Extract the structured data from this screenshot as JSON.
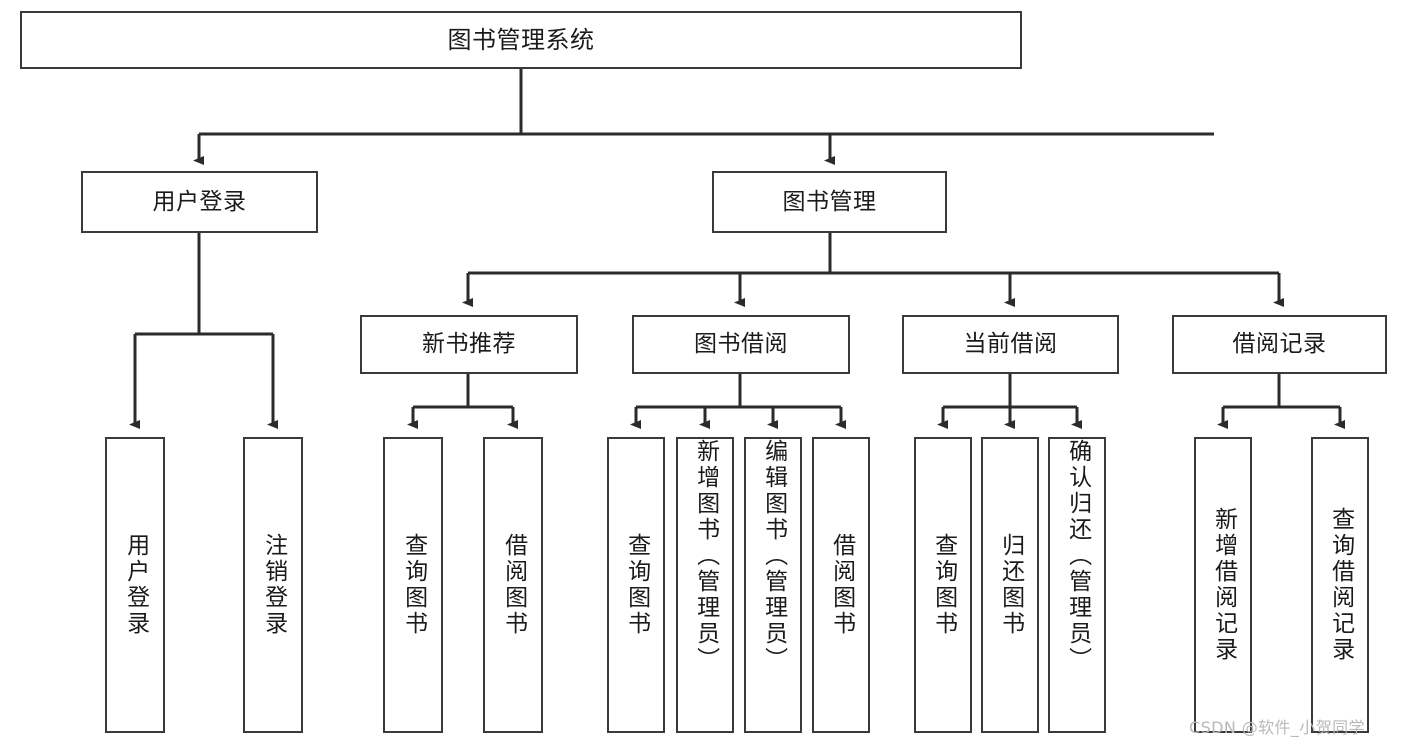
{
  "diagram": {
    "type": "hierarchy-tree",
    "title": "图书管理系统",
    "levels": 4,
    "colors": {
      "box_border": "#3a3a3a",
      "box_fill": "#ffffff",
      "edge": "#2b2b2b",
      "text": "#1b1b1b",
      "watermark": "#b9b9b9"
    }
  },
  "root": {
    "label": "图书管理系统"
  },
  "level2": [
    {
      "label": "用户登录"
    },
    {
      "label": "图书管理"
    }
  ],
  "level3": [
    {
      "label": "新书推荐"
    },
    {
      "label": "图书借阅"
    },
    {
      "label": "当前借阅"
    },
    {
      "label": "借阅记录"
    }
  ],
  "leaves": {
    "user_login": [
      {
        "label": "用户登录"
      },
      {
        "label": "注销登录"
      }
    ],
    "new_book_recommend": [
      {
        "label": "查询图书"
      },
      {
        "label": "借阅图书"
      }
    ],
    "book_borrow": [
      {
        "label": "查询图书"
      },
      {
        "label": "新增图书（管理员）"
      },
      {
        "label": "编辑图书（管理员）"
      },
      {
        "label": "借阅图书"
      }
    ],
    "current_borrow": [
      {
        "label": "查询图书"
      },
      {
        "label": "归还图书"
      },
      {
        "label": "确认归还（管理员）"
      }
    ],
    "borrow_record": [
      {
        "label": "新增借阅记录"
      },
      {
        "label": "查询借阅记录"
      }
    ]
  },
  "watermark": {
    "text": "CSDN @软件_小贺同学"
  }
}
